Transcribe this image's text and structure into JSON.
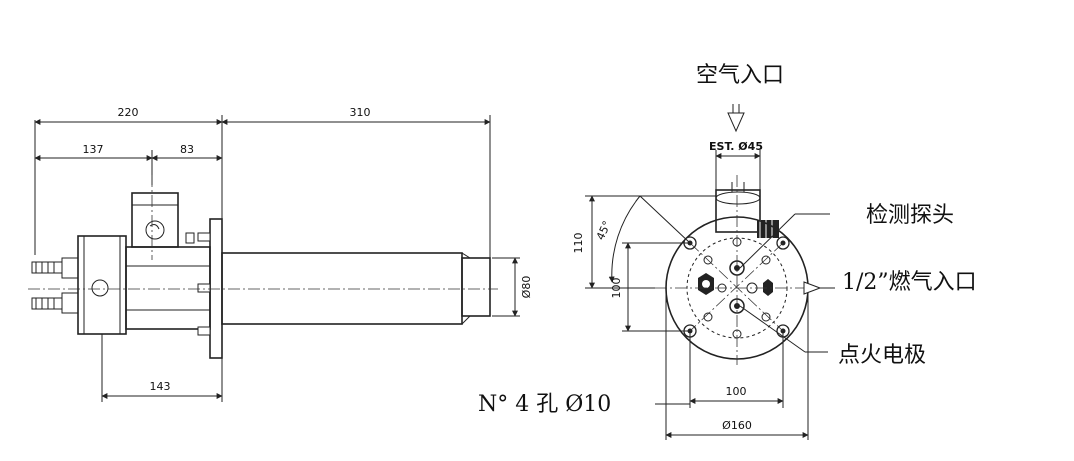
{
  "side_view": {
    "dims": {
      "total_left": "220",
      "total_right": "310",
      "part_a": "137",
      "part_b": "83",
      "bottom": "143",
      "tube_dia": "Ø80"
    }
  },
  "front_view": {
    "air_inlet_label": "空气入口",
    "est_label": "EST. Ø45",
    "dim_110": "110",
    "dim_100_v": "100",
    "dim_100_h": "100",
    "dim_160": "Ø160",
    "angle_45": "45°",
    "probe_label": "检测探头",
    "gas_inlet_label": "1/2”燃气入口",
    "ignition_label": "点火电极",
    "holes_label": "N° 4 孔  Ø10"
  }
}
